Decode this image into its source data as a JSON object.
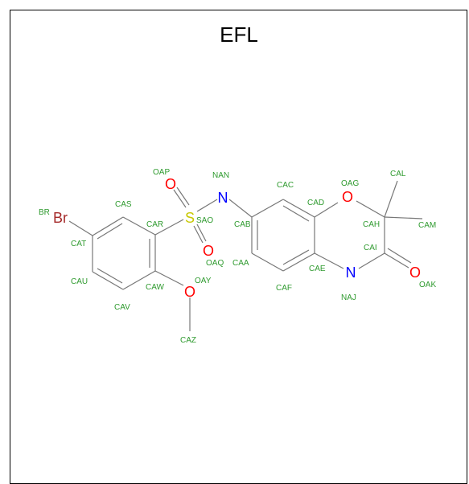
{
  "title": "EFL",
  "element_symbols": {
    "br": "Br",
    "s": "S",
    "o_ap": "O",
    "o_aq": "O",
    "n_an": "N",
    "o_ag": "O",
    "n_aj": "N",
    "o_ak": "O",
    "o_ay": "O"
  },
  "atom_labels": {
    "br": "BR",
    "cas": "CAS",
    "car": "CAR",
    "cat": "CAT",
    "cau": "CAU",
    "cav": "CAV",
    "caw": "CAW",
    "oap": "OAP",
    "sao": "SAO",
    "oaq": "OAQ",
    "nan": "NAN",
    "oay": "OAY",
    "caz": "CAZ",
    "cac": "CAC",
    "cab": "CAB",
    "caa": "CAA",
    "caf": "CAF",
    "cad": "CAD",
    "cae": "CAE",
    "oag": "OAG",
    "cal": "CAL",
    "cah": "CAH",
    "cam": "CAM",
    "cai": "CAI",
    "naj": "NAJ",
    "oak": "OAK"
  },
  "colors": {
    "carbon_label": "#2e9a2e",
    "bond": "#777777",
    "oxygen": "#ff0000",
    "nitrogen": "#0000ff",
    "sulfur": "#c8c800",
    "bromine": "#a52a2a"
  }
}
